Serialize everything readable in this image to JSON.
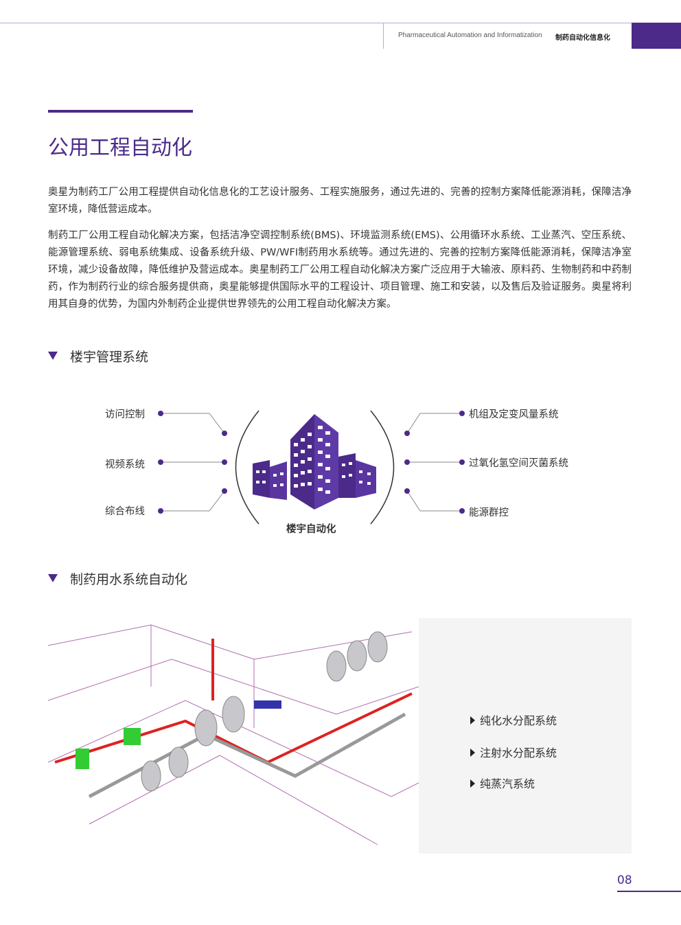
{
  "header": {
    "english": "Pharmaceutical Automation and Informatization",
    "chinese": "制药自动化信息化"
  },
  "title": "公用工程自动化",
  "paragraphs": [
    "奥星为制药工厂公用工程提供自动化信息化的工艺设计服务、工程实施服务，通过先进的、完善的控制方案降低能源消耗，保障洁净室环境，降低营运成本。",
    "制药工厂公用工程自动化解决方案，包括洁净空调控制系统(BMS)、环境监测系统(EMS)、公用循环水系统、工业蒸汽、空压系统、能源管理系统、弱电系统集成、设备系统升级、PW/WFI制药用水系统等。通过先进的、完善的控制方案降低能源消耗，保障洁净室环境，减少设备故障，降低维护及营运成本。奥星制药工厂公用工程自动化解决方案广泛应用于大输液、原料药、生物制药和中药制药，作为制药行业的综合服务提供商，奥星能够提供国际水平的工程设计、项目管理、施工和安装，以及售后及验证服务。奥星将利用其自身的优势，为国内外制药企业提供世界领先的公用工程自动化解决方案。"
  ],
  "section1": {
    "title": "楼宇管理系统",
    "center_label": "楼宇自动化",
    "left_items": [
      "访问控制",
      "视频系统",
      "综合布线"
    ],
    "right_items": [
      "机组及定变风量系统",
      "过氧化氢空间灭菌系统",
      "能源群控"
    ]
  },
  "section2": {
    "title": "制药用水系统自动化",
    "items": [
      "纯化水分配系统",
      "注射水分配系统",
      "纯蒸汽系统"
    ]
  },
  "page_number": "08",
  "colors": {
    "accent": "#4b2a8a"
  }
}
